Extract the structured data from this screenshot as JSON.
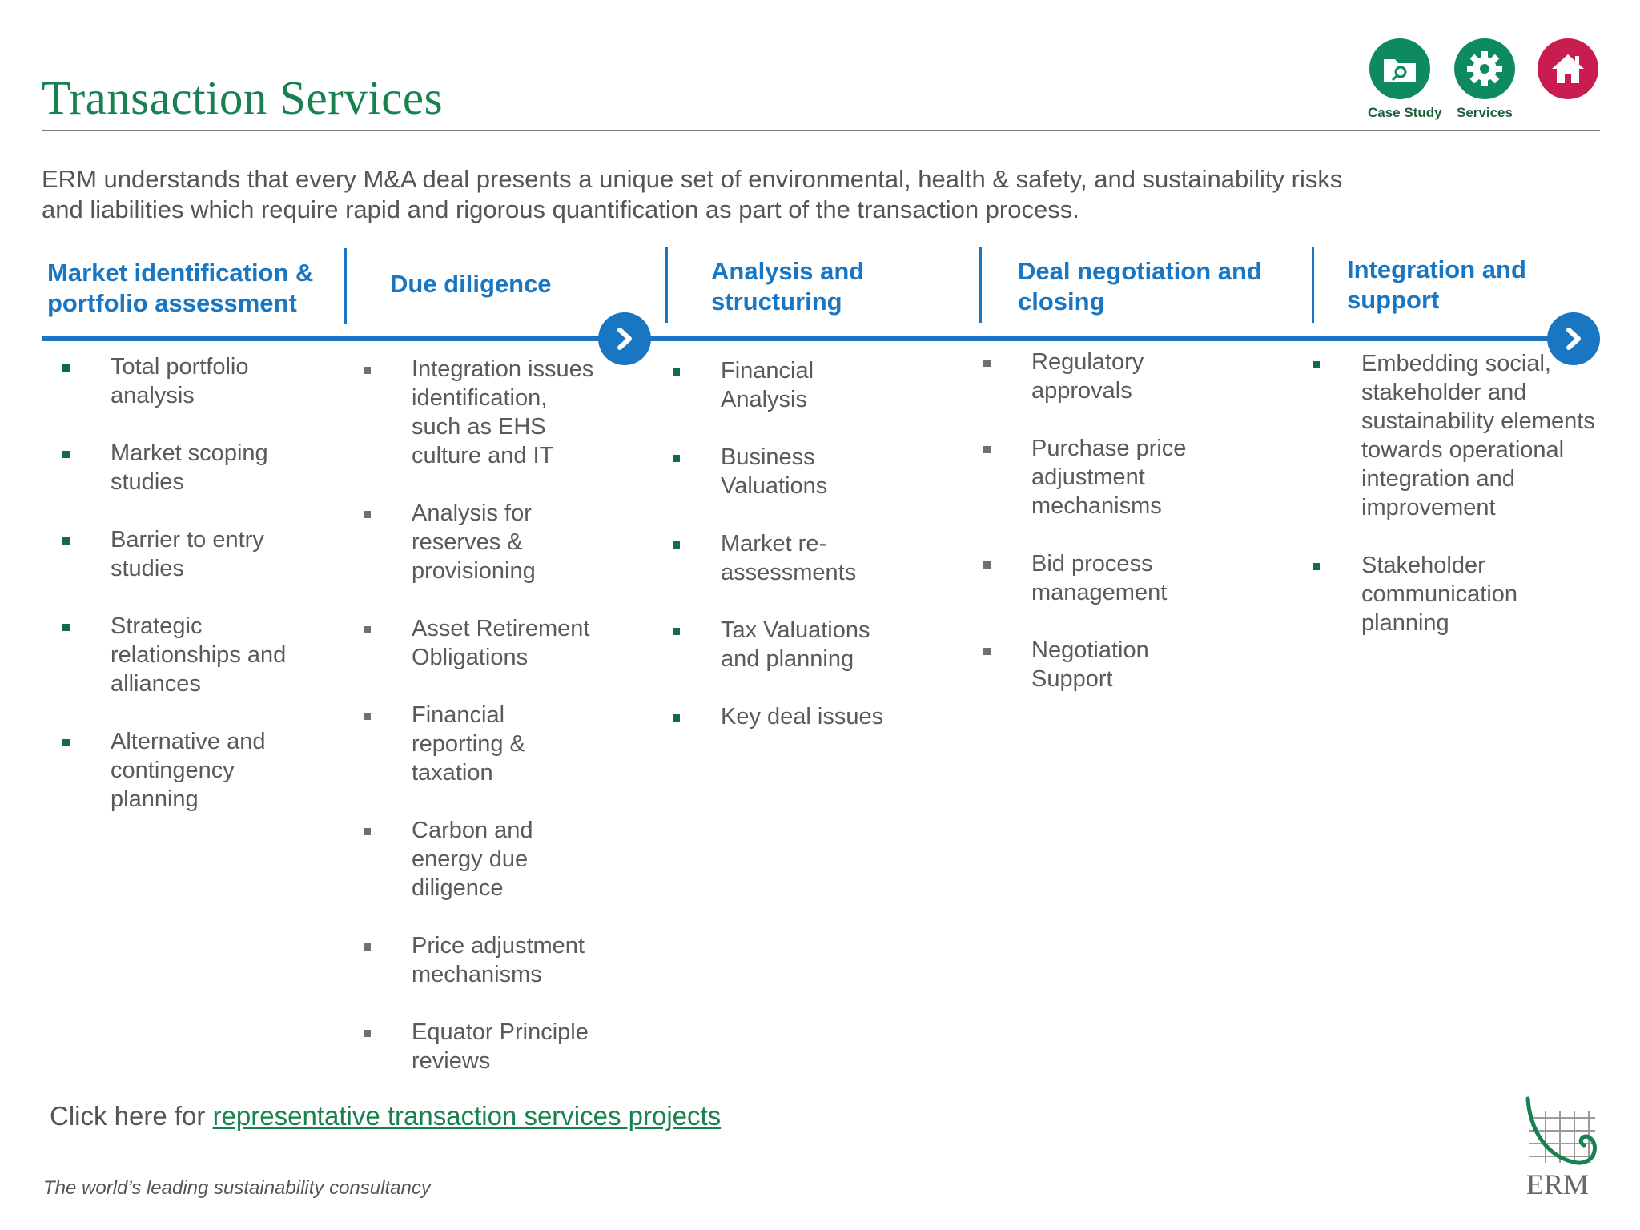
{
  "header": {
    "title": "Transaction Services",
    "nav": {
      "case_study_label": "Case Study",
      "services_label": "Services",
      "home_label": ""
    }
  },
  "intro": {
    "line1": "ERM understands that every M&A deal presents a unique set of environmental, health & safety, and sustainability risks",
    "line2": "and liabilities which require rapid and rigorous quantification as part of the transaction process."
  },
  "phases": [
    {
      "title_lines": [
        "Market  identification &",
        "portfolio assessment"
      ],
      "items": [
        [
          "Total portfolio",
          "analysis"
        ],
        [
          "Market scoping",
          "studies"
        ],
        [
          "Barrier to entry",
          "studies"
        ],
        [
          "Strategic",
          "relationships and",
          "alliances"
        ],
        [
          "Alternative and",
          "contingency",
          "planning"
        ]
      ]
    },
    {
      "title_lines": [
        "Due diligence"
      ],
      "items": [
        [
          "Integration issues",
          "identification,",
          "such as EHS",
          "culture and  IT"
        ],
        [
          "Analysis for",
          "reserves &",
          "provisioning"
        ],
        [
          "Asset Retirement",
          "Obligations"
        ],
        [
          "Financial",
          "reporting &",
          "taxation"
        ],
        [
          "Carbon and",
          "energy due",
          "diligence"
        ],
        [
          "Price adjustment",
          "mechanisms"
        ],
        [
          "Equator Principle",
          "reviews"
        ]
      ]
    },
    {
      "title_lines": [
        "Analysis and",
        "structuring"
      ],
      "items": [
        [
          "Financial",
          "Analysis"
        ],
        [
          "Business",
          "Valuations"
        ],
        [
          "Market re-",
          "assessments"
        ],
        [
          "Tax Valuations",
          "and planning"
        ],
        [
          "Key deal issues"
        ]
      ]
    },
    {
      "title_lines": [
        "Deal negotiation and",
        "closing"
      ],
      "items": [
        [
          "Regulatory",
          "approvals"
        ],
        [
          "Purchase price",
          "adjustment",
          "mechanisms"
        ],
        [
          "Bid process",
          "management"
        ],
        [
          "Negotiation",
          "Support"
        ]
      ]
    },
    {
      "title_lines": [
        "Integration and",
        "support"
      ],
      "items": [
        [
          "Embedding social,",
          "stakeholder and",
          "sustainability elements",
          "towards operational",
          "integration and",
          "improvement"
        ],
        [
          "Stakeholder",
          "communication",
          "planning"
        ]
      ]
    }
  ],
  "footer": {
    "cta_prefix": "Click here for ",
    "cta_link": "representative transaction services projects",
    "tagline": "The world’s leading sustainability consultancy",
    "logo_text": "ERM"
  },
  "colors": {
    "title_green": "#17814f",
    "accent_blue": "#1976c2",
    "home_red": "#c81d4e",
    "nav_green": "#0e8b5e"
  }
}
